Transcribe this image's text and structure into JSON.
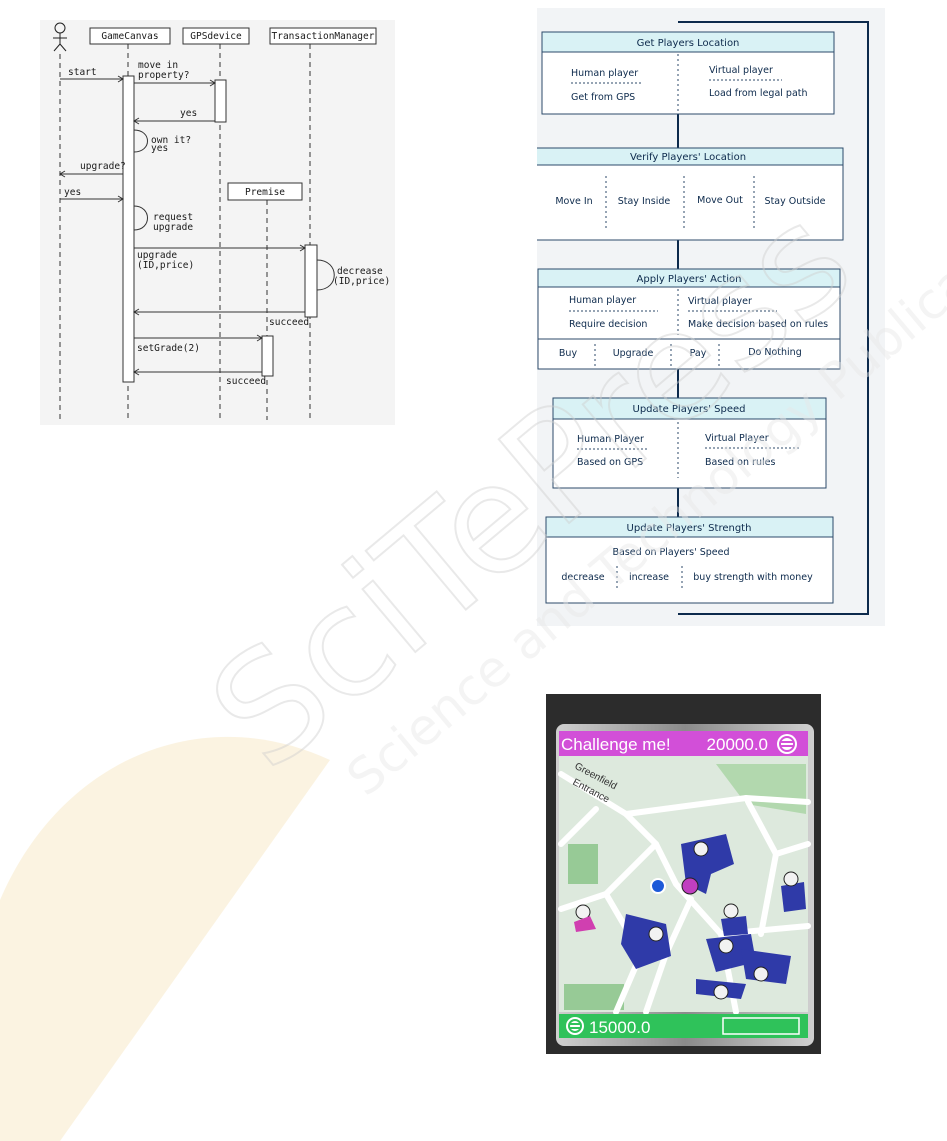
{
  "sequence": {
    "lifelines": {
      "game_canvas": "GameCanvas",
      "gps_device": "GPSdevice",
      "transaction_manager": "TransactionManager",
      "premise": "Premise"
    },
    "messages": {
      "start": "start",
      "move_in_1": "move in",
      "move_in_2": "property?",
      "yes_gps": "yes",
      "own_1": "own it?",
      "own_2": "yes",
      "upgrade_q": "upgrade?",
      "yes_actor": "yes",
      "request_1": "request",
      "request_2": "upgrade",
      "upgrade_1": "upgrade",
      "upgrade_2": "(ID,price)",
      "decrease_1": "decrease",
      "decrease_2": "(ID,price)",
      "succeed_tm": "succeed",
      "set_grade": "setGrade(2)",
      "succeed_premise": "succeed"
    }
  },
  "flow": {
    "location": {
      "title": "Get Players Location",
      "human": "Human player",
      "human_src": "Get from GPS",
      "virtual": "Virtual player",
      "virtual_src": "Load from legal path"
    },
    "verify": {
      "title": "Verify Players' Location",
      "items": [
        "Move In",
        "Stay Inside",
        "Move Out",
        "Stay Outside"
      ]
    },
    "action": {
      "title": "Apply Players' Action",
      "human": "Human player",
      "human_src": "Require decision",
      "virtual": "Virtual player",
      "virtual_src": "Make decision based on rules",
      "options": [
        "Buy",
        "Upgrade",
        "Pay",
        "Do Nothing"
      ]
    },
    "speed": {
      "title": "Update Players' Speed",
      "human": "Human Player",
      "human_src": "Based on GPS",
      "virtual": "Virtual Player",
      "virtual_src": "Based on rules"
    },
    "strength": {
      "title": "Update Players' Strength",
      "subtitle": "Based on Players' Speed",
      "options": [
        "decrease",
        "increase",
        "buy strength with money"
      ]
    }
  },
  "phone": {
    "banner_title": "Challenge me!",
    "banner_amount": "20000.0",
    "road_label_1": "Greenfield",
    "road_label_2": "Entrance",
    "balance": "15000.0",
    "colors": {
      "banner": "#d24fd8",
      "footer": "#2fc25a",
      "map": "#dde9dd",
      "building": "#2f3aa8"
    }
  },
  "watermark": {
    "title": "SciTePress",
    "subtitle": "Science and Technology Publications",
    "colors": {
      "tint": "#f3dca8",
      "text": "#e8e8e8"
    }
  }
}
